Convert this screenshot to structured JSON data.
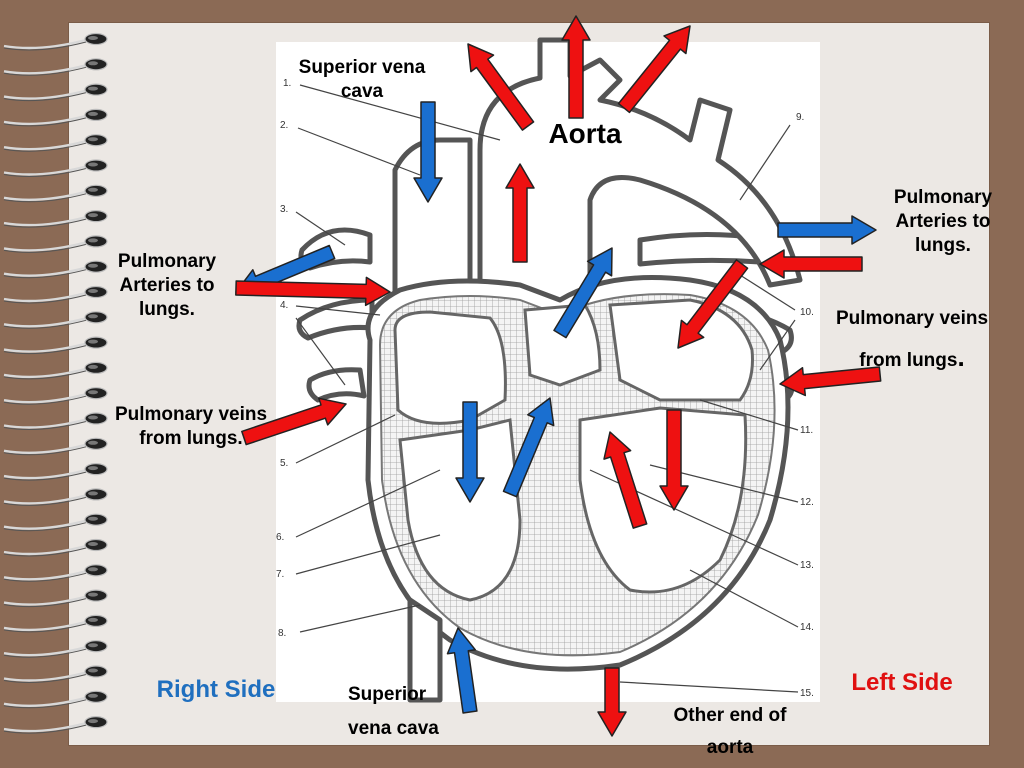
{
  "labels": {
    "svc_top": {
      "line1": "Superior vena",
      "line2": "cava"
    },
    "aorta": "Aorta",
    "pa_right": {
      "line1": "Pulmonary",
      "line2": "Arteries to",
      "line3": "lungs."
    },
    "pa_left": {
      "line1": "Pulmonary",
      "line2": "Arteries to",
      "line3": "lungs."
    },
    "pv_right": {
      "line1": "Pulmonary veins",
      "line2": "from lungs",
      "line3": "."
    },
    "pv_left": {
      "line1": "Pulmonary veins",
      "line2": "from lungs."
    },
    "svc_bottom": {
      "line1": "Superior",
      "line2": "vena cava"
    },
    "aorta_bottom": {
      "line1": "Other end of",
      "line2": "aorta"
    },
    "right_side": "Right Side",
    "left_side": "Left Side"
  },
  "diagram_numbers": [
    "1.",
    "2.",
    "3.",
    "4.",
    "5.",
    "6.",
    "7.",
    "8.",
    "9.",
    "10.",
    "11.",
    "12.",
    "13.",
    "14.",
    "15."
  ],
  "colors": {
    "background": "#8b6a55",
    "page": "#ece8e4",
    "oxygen_poor_arrow": "#1a6fd0",
    "oxygen_rich_arrow": "#ee1111",
    "arrow_outline": "#222222",
    "right_side_text": "#1f6fbf",
    "left_side_text": "#e01010"
  },
  "icons": [
    "spiral-binding-icon",
    "heart-diagram",
    "arrow-icon"
  ]
}
